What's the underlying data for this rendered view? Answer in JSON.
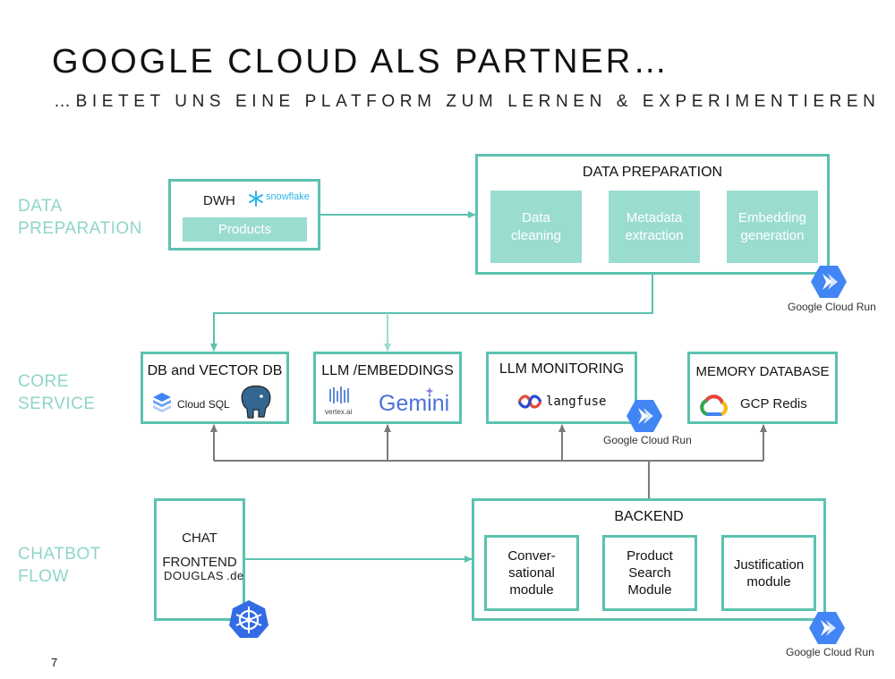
{
  "title": "GOOGLE CLOUD ALS PARTNER…",
  "subtitle": "…BIETET UNS EINE PLATFORM ZUM LERNEN & EXPERIMENTIEREN",
  "sections": {
    "data_preparation": [
      "DATA",
      "PREPARATION"
    ],
    "core_service": [
      "CORE",
      "SERVICE"
    ],
    "chatbot_flow": [
      "CHATBOT",
      "FLOW"
    ]
  },
  "dwh": {
    "title": "DWH",
    "logo": "snowflake",
    "tile": "Products"
  },
  "data_prep": {
    "title": "DATA PREPARATION",
    "steps": [
      [
        "Data",
        "cleaning"
      ],
      [
        "Metadata",
        "extraction"
      ],
      [
        "Embedding",
        "generation"
      ]
    ]
  },
  "cloud_run_label": {
    "google": "Google",
    "rest": " Cloud Run"
  },
  "core": {
    "db": {
      "title": "DB and VECTOR DB",
      "cloudsql": "Cloud SQL"
    },
    "llm": {
      "title": "LLM /EMBEDDINGS",
      "vertex": "vertex.ai",
      "gemini": "Gemini"
    },
    "monitoring": {
      "title": "LLM MONITORING",
      "langfuse": "langfuse"
    },
    "memory": {
      "title": "MEMORY DATABASE",
      "redis": "GCP Redis"
    }
  },
  "chat": {
    "line1": "CHAT",
    "line2": "FRONTEND",
    "douglas": "DOUGLAS",
    "douglas_suffix": ".de"
  },
  "backend": {
    "title": "BACKEND",
    "modules": [
      [
        "Conver-",
        "sational",
        "module"
      ],
      [
        "Product",
        "Search",
        "Module"
      ],
      [
        "Justification",
        "module"
      ]
    ]
  },
  "page_number": "7",
  "colors": {
    "teal": "#5cc2b0",
    "teal_light": "#9bdcd1",
    "section_text": "#8fd5c9",
    "gray_line": "#7a7a7a",
    "cloud_run_blue": "#4285f4"
  }
}
